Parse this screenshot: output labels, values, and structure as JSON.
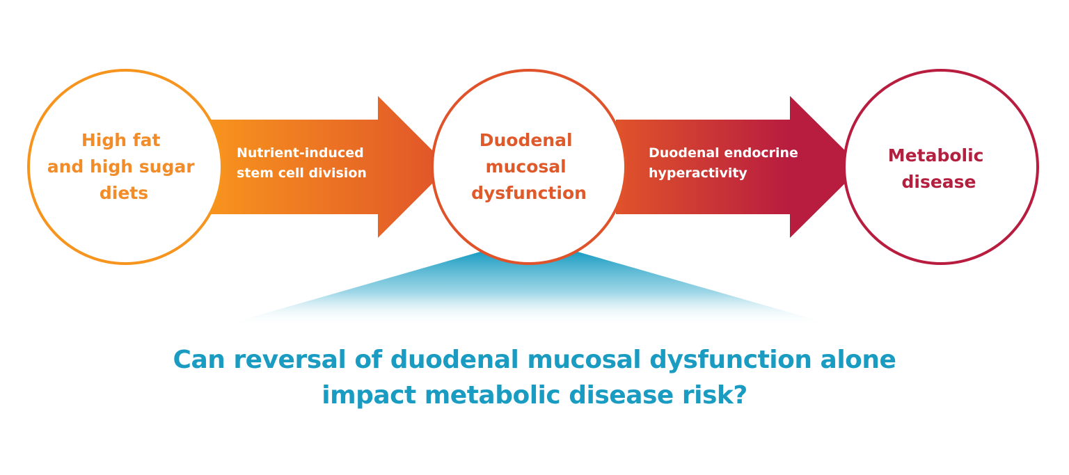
{
  "nodes": [
    {
      "lines": [
        "High fat",
        "and high sugar",
        "diets"
      ],
      "color": "#f28c28"
    },
    {
      "lines": [
        "Duodenal",
        "mucosal",
        "dysfunction"
      ],
      "color": "#e0592a"
    },
    {
      "lines": [
        "Metabolic",
        "disease"
      ],
      "color": "#b3203f"
    }
  ],
  "arrows": [
    {
      "lines": [
        "Nutrient-induced",
        "stem cell division"
      ]
    },
    {
      "lines": [
        "Duodenal endocrine",
        "hyperactivity"
      ]
    }
  ],
  "question": {
    "line1": "Can reversal of duodenal mucosal dysfunction alone",
    "line2": "impact metabolic disease risk?",
    "color": "#1a9cc2"
  },
  "colors": {
    "orange": "#f7941d",
    "red_orange": "#e0532a",
    "crimson": "#b81d3f",
    "teal": "#1a9cc2"
  }
}
